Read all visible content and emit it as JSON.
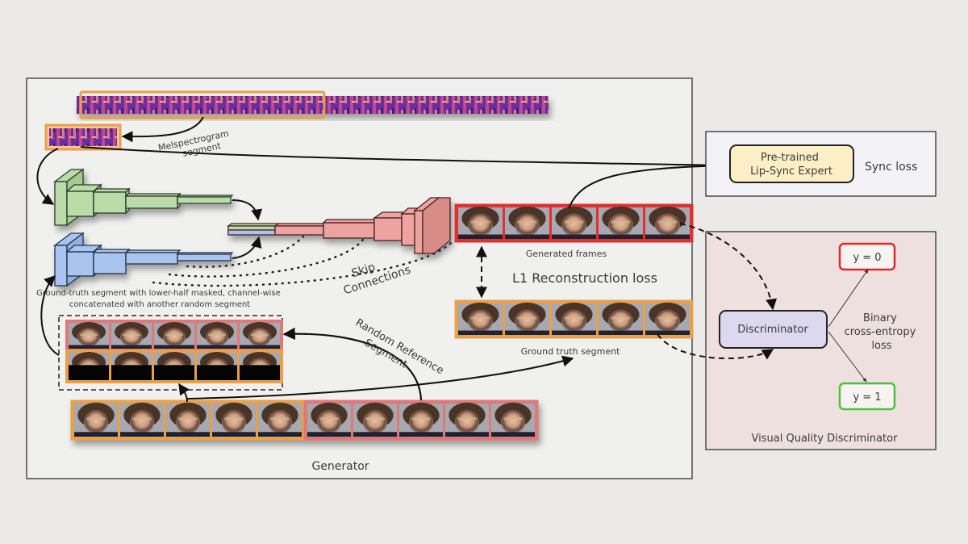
{
  "generator": {
    "title": "Generator",
    "melspectrogram_label": [
      "Melspectrogram",
      "segment"
    ],
    "input_caption": [
      "Ground-truth segment with lower-half masked, channel-wise",
      "concatenated with another random segment"
    ],
    "skip_label": [
      "Skip",
      "Connections"
    ],
    "reference_label": [
      "Random Reference",
      "Segment"
    ],
    "generated_frames_label": "Generated frames",
    "ground_truth_label": "Ground truth segment",
    "l1_loss_label": "L1 Reconstruction loss",
    "frame_count": 5
  },
  "sync": {
    "expert_label": [
      "Pre-trained",
      "Lip-Sync Expert"
    ],
    "loss_label": "Sync loss"
  },
  "discriminator": {
    "title": "Visual Quality Discriminator",
    "node_label": "Discriminator",
    "loss_label": [
      "Binary",
      "cross-entropy",
      "loss"
    ],
    "fake_label": "y = 0",
    "real_label": "y = 1"
  },
  "colors": {
    "background": "#ebeae8",
    "panel": "#f0f0ef",
    "audio_encoder": "#b9dca8",
    "face_encoder": "#a9c4ee",
    "decoder": "#eda3a0",
    "orange_frame": "#e8a04a",
    "red_frame": "#e03030",
    "pink_frame": "#e07878",
    "expert_fill": "#fcefc6",
    "disc_panel": "#eee0df",
    "disc_fill": "#dcd8ee",
    "green_box": "#4cc23a"
  }
}
